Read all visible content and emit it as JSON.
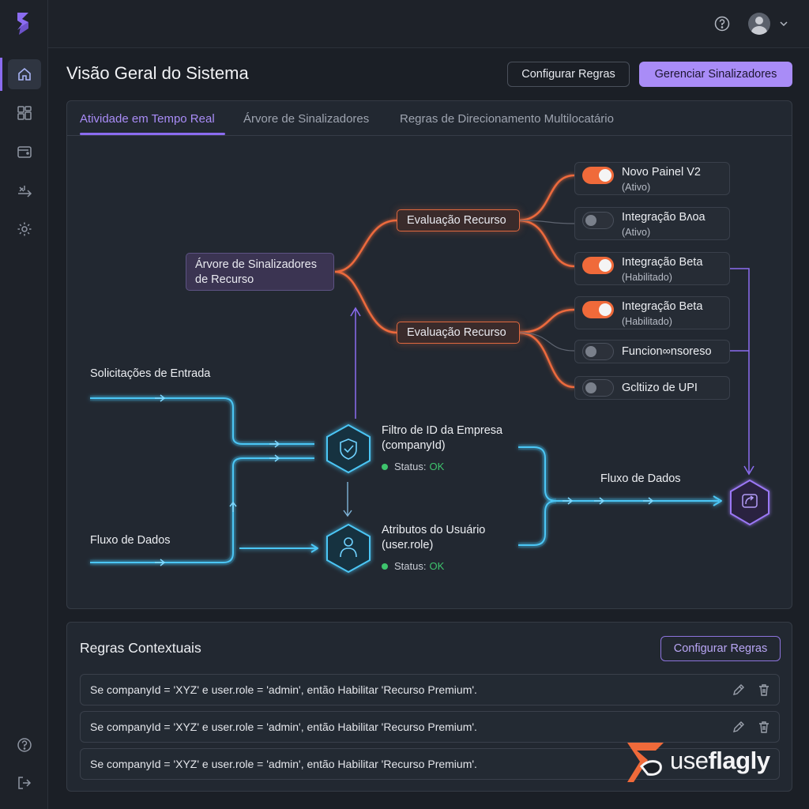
{
  "header": {
    "title": "Visão Geral do Sistema",
    "configure_rules": "Configurar Regras",
    "manage_flags": "Gerenciar Sinalizadores"
  },
  "tabs": [
    {
      "label": "Atividade em Tempo Real",
      "active": true
    },
    {
      "label": "Árvore de Sinalizadores",
      "active": false
    },
    {
      "label": "Regras de Direcionamento Multilocatário",
      "active": false
    }
  ],
  "diagram": {
    "root_node": {
      "line1": "Árvore de Sinalizadores",
      "line2": "de Recurso"
    },
    "eval_nodes": [
      "Evaluação Recurso",
      "Evaluação Recurso"
    ],
    "flags": [
      {
        "name": "Novo Painel V2",
        "status": "(Ativo)",
        "on": true
      },
      {
        "name": "Integração Bʌoa",
        "status": "(Ativo)",
        "on": false
      },
      {
        "name": "Integração Beta",
        "status": "(Habilitado)",
        "on": true
      },
      {
        "name": "Integração Beta",
        "status": "(Habilitado)",
        "on": true
      },
      {
        "name": "Funcion∞nsoreso",
        "status": "",
        "on": false
      },
      {
        "name": "Gcltiizo de UPI",
        "status": "",
        "on": false
      }
    ],
    "incoming_requests": "Solicitações de Entrada",
    "data_flow_left": "Fluxo de Dados",
    "data_flow_right": "Fluxo de Dados",
    "company_filter": {
      "line1": "Filtro de ID da Empresa",
      "line2": "(companyId)",
      "status_label": "Status:",
      "status_value": "OK"
    },
    "user_attributes": {
      "line1": "Atributos do Usuário",
      "line2": "(user.role)",
      "status_label": "Status:",
      "status_value": "OK"
    }
  },
  "rules": {
    "title": "Regras Contextuais",
    "configure_button": "Configurar Regras",
    "items": [
      "Se companyId = 'XYZ' e user.role = 'admin', então Habilitar 'Recurso Premium'.",
      "Se companyId = 'XYZ' e user.role = 'admin', então Habilitar 'Recurso Premium'.",
      "Se companyId = 'XYZ' e user.role = 'admin', então Habilitar 'Recurso Premium'."
    ]
  },
  "brand": {
    "prefix": "use",
    "suffix": "flagly"
  },
  "colors": {
    "accent": "#a98cf7",
    "orange": "#f06a3a",
    "cyan": "#39b6e8",
    "ok": "#3ec46d"
  }
}
